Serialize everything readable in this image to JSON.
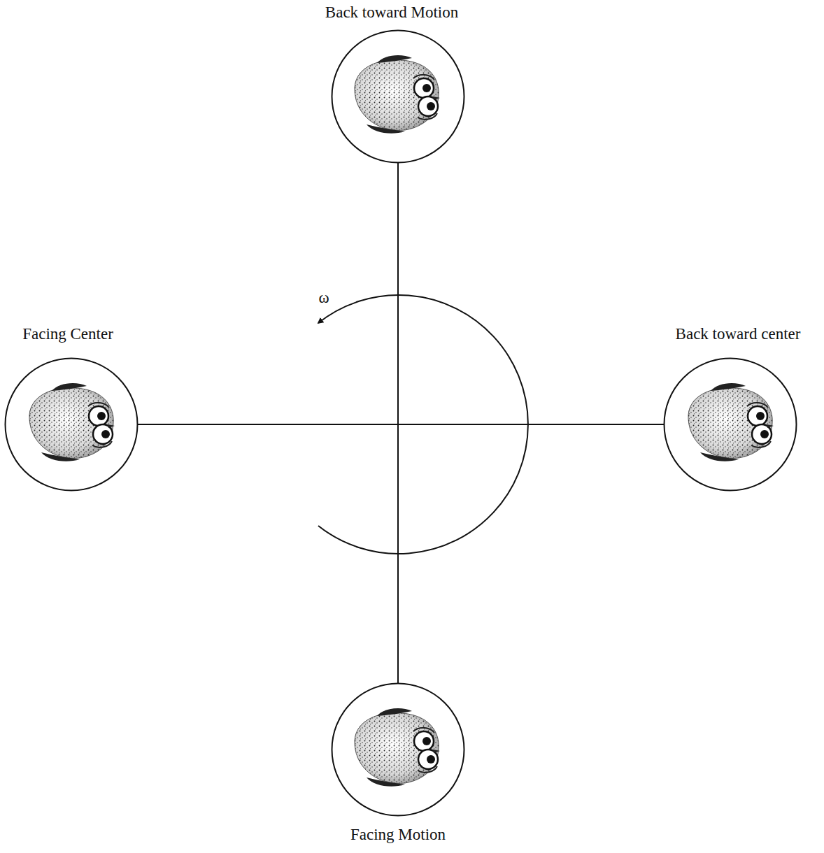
{
  "diagram": {
    "nodes": [
      {
        "text": [
          "Back toward Motion"
        ]
      },
      {
        "text": [
          "Facing Center"
        ]
      },
      {
        "text": [
          "Back toward center"
        ]
      },
      {
        "text": [
          "Facing Motion"
        ]
      }
    ],
    "edges": [
      {
        "from": 0,
        "to": 3,
        "arrow": "none"
      },
      {
        "from": 1,
        "to": 2,
        "arrow": "none"
      }
    ],
    "labels": [
      "ω"
    ]
  }
}
